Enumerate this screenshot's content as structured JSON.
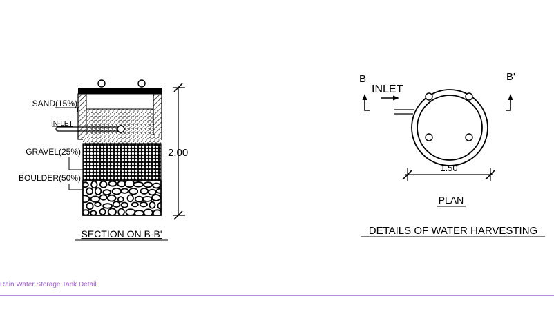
{
  "section": {
    "title": "SECTION ON B-B'",
    "labels": {
      "sand": "SAND(15%)",
      "inlet": "IN-LET",
      "gravel": "GRAVEL(25%)",
      "boulder": "BOULDER(50%)"
    },
    "height_dim": "2.00"
  },
  "plan": {
    "title": "PLAN",
    "inlet": "INLET",
    "marker_left": "B",
    "marker_right": "B'",
    "diameter_dim": "1.50"
  },
  "main_title": "DETAILS OF WATER HARVESTING",
  "footer": {
    "caption": "Rain Water Storage Tank Detail"
  },
  "colors": {
    "line": "#000000",
    "footer_text": "#9b59d0",
    "footer_rule": "#b98be0"
  }
}
